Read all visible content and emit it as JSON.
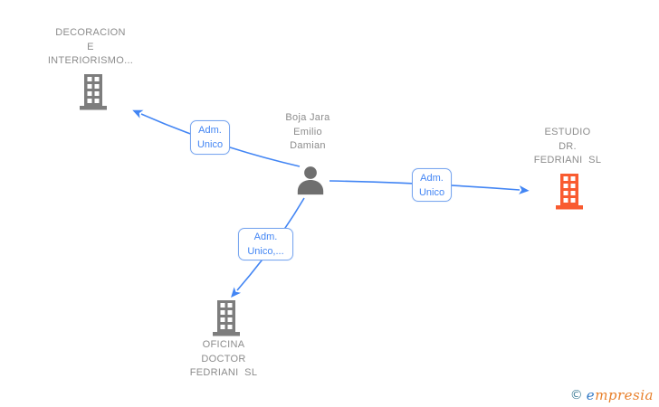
{
  "diagram": {
    "person": {
      "name": "Boja Jara\nEmilio\nDamian"
    },
    "companies": [
      {
        "name": "DECORACION\nE\nINTERIORISMO...",
        "icon": "building-icon",
        "icon_color": "#7d7d7d"
      },
      {
        "name": "ESTUDIO\nDR.\nFEDRIANI  SL",
        "icon": "building-icon",
        "icon_color": "#f95b30"
      },
      {
        "name": "OFICINA\nDOCTOR\nFEDRIANI  SL",
        "icon": "building-icon",
        "icon_color": "#7d7d7d"
      }
    ],
    "edges": [
      {
        "from": "Boja Jara Emilio Damian",
        "to": "DECORACION E INTERIORISMO...",
        "label": "Adm.\nUnico"
      },
      {
        "from": "Boja Jara Emilio Damian",
        "to": "ESTUDIO DR. FEDRIANI SL",
        "label": "Adm.\nUnico"
      },
      {
        "from": "Boja Jara Emilio Damian",
        "to": "OFICINA DOCTOR FEDRIANI SL",
        "label": "Adm.\nUnico,..."
      }
    ]
  },
  "colors": {
    "edge_blue": "#4285f4",
    "label_border_blue": "#79a6ef",
    "node_text_gray": "#8c8c8c",
    "icon_gray": "#7d7d7d",
    "icon_orange": "#f95b30"
  },
  "watermark": {
    "copyright_symbol": "©",
    "brand_first_letter": "e",
    "brand_rest": "mpresia"
  }
}
